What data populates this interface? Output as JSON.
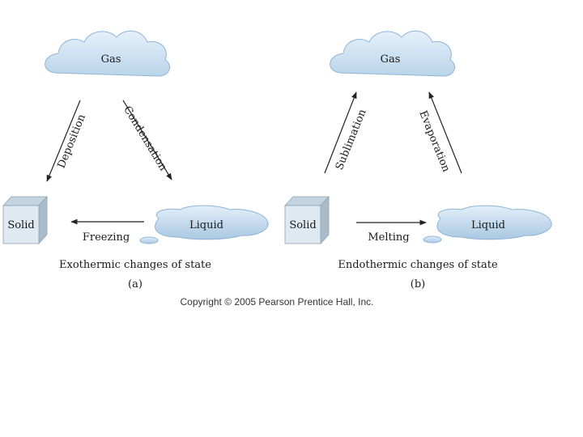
{
  "panel_a": {
    "gas": "Gas",
    "solid": "Solid",
    "liquid": "Liquid",
    "left_arrow": "Deposition",
    "right_arrow": "Condensation",
    "bottom_arrow": "Freezing",
    "caption": "Exothermic changes of state",
    "letter": "(a)"
  },
  "panel_b": {
    "gas": "Gas",
    "solid": "Solid",
    "liquid": "Liquid",
    "left_arrow": "Sublimation",
    "right_arrow": "Evaporation",
    "bottom_arrow": "Melting",
    "caption": "Endothermic changes of state",
    "letter": "(b)"
  },
  "copyright": "Copyright © 2005 Pearson Prentice Hall, Inc.",
  "colors": {
    "cloud_fill": "#cfe3f3",
    "cloud_stroke": "#8fb4d6",
    "cube_front": "#dfe9f1",
    "cube_side": "#a9bccb",
    "cube_top": "#c3d3e0",
    "arrow": "#222222"
  }
}
